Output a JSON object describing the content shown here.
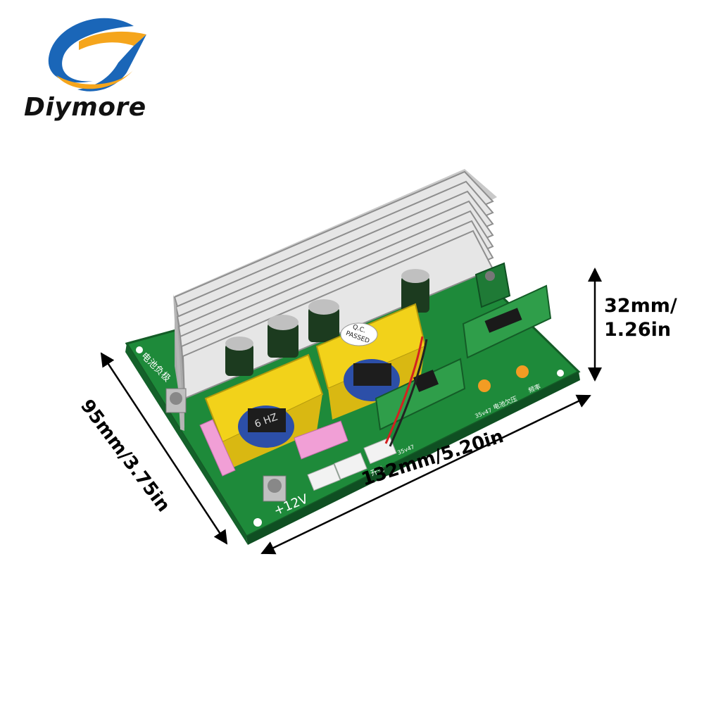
{
  "brand": {
    "name": "Diymore",
    "logo_icon": "swoosh-logo-icon",
    "colors": {
      "blue": "#1a66b8",
      "orange": "#f5a51c"
    }
  },
  "dimensions": {
    "width_label": "132mm/5.20in",
    "depth_label": "95mm/3.75in",
    "height_line1": "32mm/",
    "height_line2": "1.26in"
  },
  "board": {
    "silkscreen": {
      "voltage": "+12V",
      "battery_label": "电池负极",
      "switch_label": "开关",
      "battery_voltage": "电池欠压",
      "buzzer": "频率",
      "version_a": "35v47",
      "version_b": "35v47"
    },
    "qc_sticker": {
      "line1": "Q.C.",
      "line2": "PASSED"
    },
    "transformer_text": "6 HZ",
    "colors": {
      "pcb": "#1e8a3a",
      "heatsink": "#d8d8d8",
      "transformer": "#f2d21a"
    }
  }
}
